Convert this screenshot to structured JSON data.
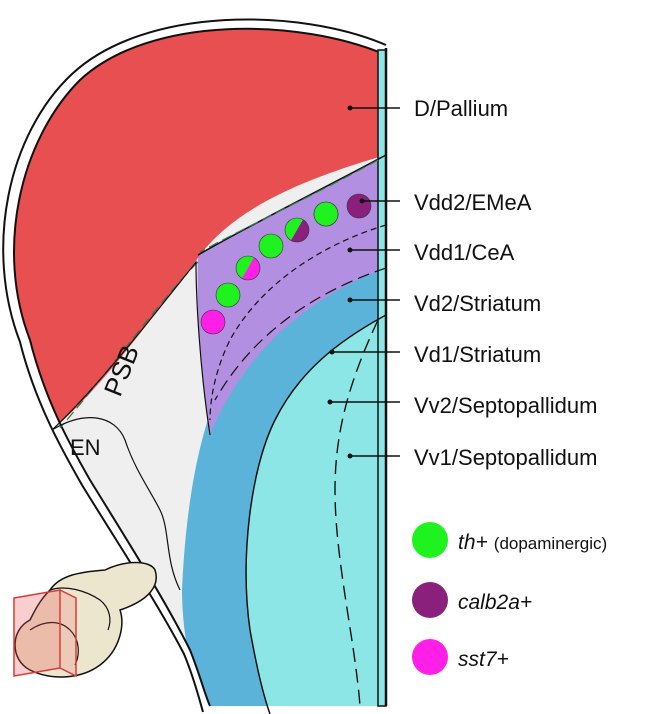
{
  "colors": {
    "pallium": "#e84f50",
    "psb_region": "#efefef",
    "vdd": "#b28fe0",
    "vd": "#5cb3d9",
    "vv": "#8ce6e6",
    "th_positive": "#1ff31f",
    "calb2a_positive": "#8a1f7c",
    "sst7_positive": "#ff1fe6",
    "outline": "#111111"
  },
  "region_labels": [
    {
      "id": "d-pallium",
      "text": "D/Pallium"
    },
    {
      "id": "vdd2-emea",
      "text": "Vdd2/EMeA"
    },
    {
      "id": "vdd1-cea",
      "text": "Vdd1/CeA"
    },
    {
      "id": "vd2-striatum",
      "text": "Vd2/Striatum"
    },
    {
      "id": "vd1-striatum",
      "text": "Vd1/Striatum"
    },
    {
      "id": "vv2-septopallidum",
      "text": "Vv2/Septopallidum"
    },
    {
      "id": "vv1-septopallidum",
      "text": "Vv1/Septopallidum"
    }
  ],
  "inner_labels": {
    "psb": "PSB",
    "en": "EN"
  },
  "legend": [
    {
      "id": "th",
      "gene": "th+",
      "note": "(dopaminergic)",
      "color": "#1ff31f"
    },
    {
      "id": "calb2a",
      "gene": "calb2a+",
      "note": "",
      "color": "#8a1f7c"
    },
    {
      "id": "sst7",
      "gene": "sst7+",
      "note": "",
      "color": "#ff1fe6"
    }
  ],
  "cells": [
    {
      "type": "th"
    },
    {
      "type": "calb2a"
    },
    {
      "type": "th"
    },
    {
      "type": "th-calb2a"
    },
    {
      "type": "th"
    },
    {
      "type": "th-sst7"
    },
    {
      "type": "th"
    },
    {
      "type": "sst7"
    }
  ],
  "icons": {
    "brain_section": "brain-section-icon"
  }
}
